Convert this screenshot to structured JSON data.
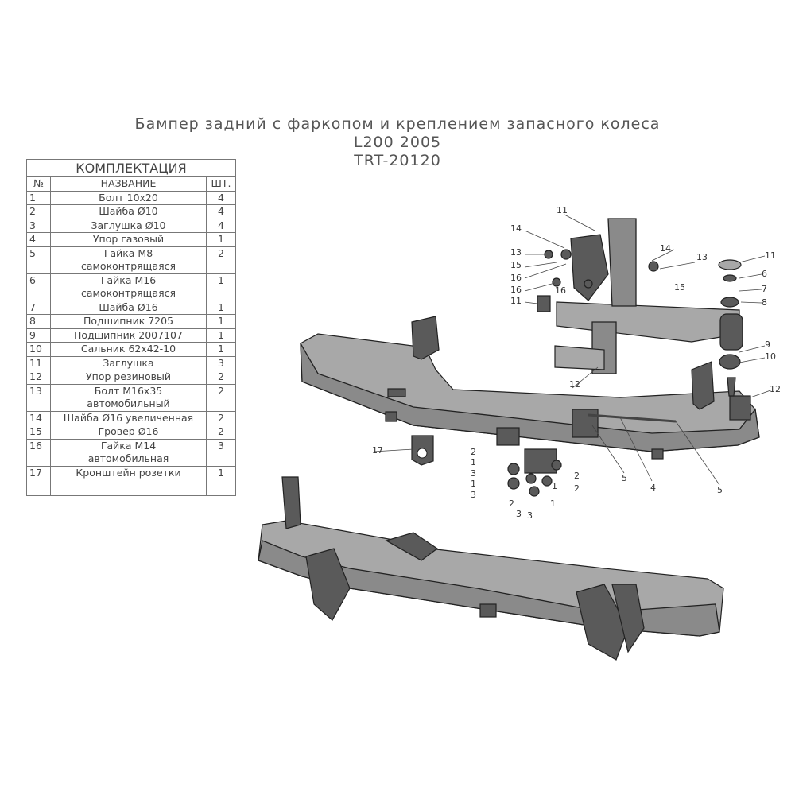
{
  "title": {
    "line1": "Бампер задний с фаркопом и креплением запасного колеса",
    "line2": "L200 2005",
    "line3": "TRT-20120"
  },
  "table": {
    "caption": "КОМПЛЕКТАЦИЯ",
    "headers": {
      "num": "№",
      "name": "НАЗВАНИЕ",
      "qty": "ШТ."
    },
    "rows": [
      {
        "num": "1",
        "name": "Болт 10х20",
        "qty": "4"
      },
      {
        "num": "2",
        "name": "Шайба Ø10",
        "qty": "4"
      },
      {
        "num": "3",
        "name": "Заглушка Ø10",
        "qty": "4"
      },
      {
        "num": "4",
        "name": "Упор газовый",
        "qty": "1"
      },
      {
        "num": "5",
        "name": "Гайка М8",
        "name2": "самоконтрящаяся",
        "qty": "2"
      },
      {
        "num": "6",
        "name": "Гайка М16",
        "name2": "самоконтрящаяся",
        "qty": "1"
      },
      {
        "num": "7",
        "name": "Шайба Ø16",
        "qty": "1"
      },
      {
        "num": "8",
        "name": "Подшипник 7205",
        "qty": "1"
      },
      {
        "num": "9",
        "name": "Подшипник 2007107",
        "qty": "1"
      },
      {
        "num": "10",
        "name": "Сальник 62х42-10",
        "qty": "1"
      },
      {
        "num": "11",
        "name": "Заглушка",
        "qty": "3"
      },
      {
        "num": "12",
        "name": "Упор резиновый",
        "qty": "2"
      },
      {
        "num": "13",
        "name": "Болт М16х35",
        "name2": "автомобильный",
        "qty": "2"
      },
      {
        "num": "14",
        "name": "Шайба Ø16 увеличенная",
        "qty": "2"
      },
      {
        "num": "15",
        "name": "Гровер Ø16",
        "qty": "2"
      },
      {
        "num": "16",
        "name": "Гайка М14",
        "name2": "автомобильная",
        "qty": "3"
      },
      {
        "num": "17",
        "name": "Кронштейн розетки",
        "qty": "1"
      }
    ]
  },
  "callouts": [
    "11",
    "14",
    "13",
    "15",
    "16",
    "16",
    "11",
    "16",
    "14",
    "13",
    "15",
    "11",
    "6",
    "7",
    "8",
    "9",
    "10",
    "12",
    "12",
    "17",
    "5",
    "4",
    "5",
    "2",
    "1",
    "3",
    "1",
    "3",
    "2",
    "3",
    "3",
    "1",
    "1",
    "2",
    "2"
  ]
}
